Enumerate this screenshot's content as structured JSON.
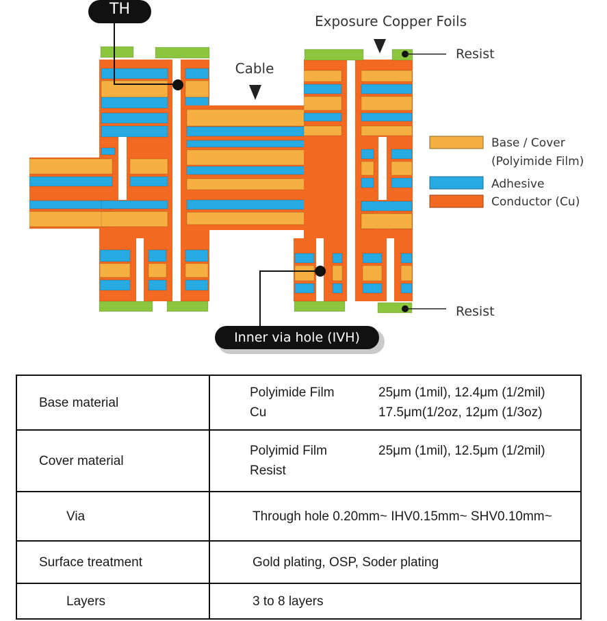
{
  "diagram": {
    "callouts": {
      "th": "TH",
      "exposure": "Exposure Copper Foils",
      "cable": "Cable",
      "resist_top": "Resist",
      "resist_bottom": "Resist",
      "ivh": "Inner via hole (IVH)"
    },
    "legend": [
      {
        "label": "Base / Cover",
        "label2": "(Polyimide Film)",
        "color": "#F5B041"
      },
      {
        "label": "Adhesive",
        "color": "#27A9E1"
      },
      {
        "label": "Conductor (Cu)",
        "color": "#F26A21"
      }
    ],
    "colors": {
      "base": "#F5B041",
      "adhesive": "#27A9E1",
      "conductor": "#F26A21",
      "resist": "#8CC63F"
    }
  },
  "spec_table": {
    "rows": [
      {
        "name": "Base material",
        "lines": [
          {
            "material": "Polyimide Film",
            "value": "25μm (1mil), 12.4μm (1/2mil)"
          },
          {
            "material": "Cu",
            "value": "17.5μm(1/2oz, 12μm (1/3oz)"
          }
        ]
      },
      {
        "name": "Cover material",
        "lines": [
          {
            "material": "Polyimid  Film",
            "value": "25μm (1mil), 12.5μm (1/2mil)"
          },
          {
            "material": "Resist",
            "value": ""
          }
        ]
      },
      {
        "name": "Via",
        "text": "Through hole  0.20mm~ IHV0.15mm~ SHV0.10mm~"
      },
      {
        "name": "Surface treatment",
        "text": "Gold plating, OSP, Soder plating"
      },
      {
        "name": "Layers",
        "text": "3 to 8 layers"
      }
    ]
  }
}
